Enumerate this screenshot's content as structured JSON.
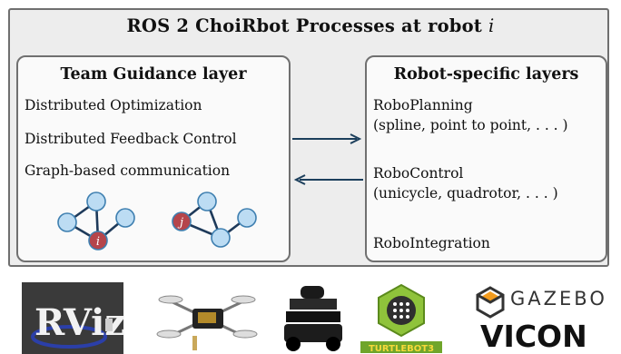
{
  "title": {
    "text": "ROS 2 ChoiRbot Processes at robot",
    "var": "i"
  },
  "left_panel": {
    "title": "Team Guidance layer",
    "items": [
      "Distributed Optimization",
      "Distributed Feedback Control",
      "Graph-based communication"
    ],
    "graph_nodes": [
      {
        "label": "i",
        "highlight_color": "#b5454b"
      },
      {
        "label": "j",
        "highlight_color": "#b5454b"
      }
    ],
    "node_fill": "#bcdcf3",
    "node_stroke": "#3e7fb0",
    "edge_color": "#1e3a5a"
  },
  "right_panel": {
    "title": "Robot-specific layers",
    "items": [
      {
        "name": "RoboPlanning",
        "detail": "(spline, point to point, . . . )"
      },
      {
        "name": "RoboControl",
        "detail": "(unicycle, quadrotor, . . . )"
      },
      {
        "name": "RoboIntegration",
        "detail": ""
      }
    ]
  },
  "arrows": {
    "color": "#1c3f5c"
  },
  "logos": {
    "rviz": "RViz",
    "turtlebot": "TURTLEBOT3",
    "gazebo": "GAZEBO",
    "vicon": "VICON"
  }
}
